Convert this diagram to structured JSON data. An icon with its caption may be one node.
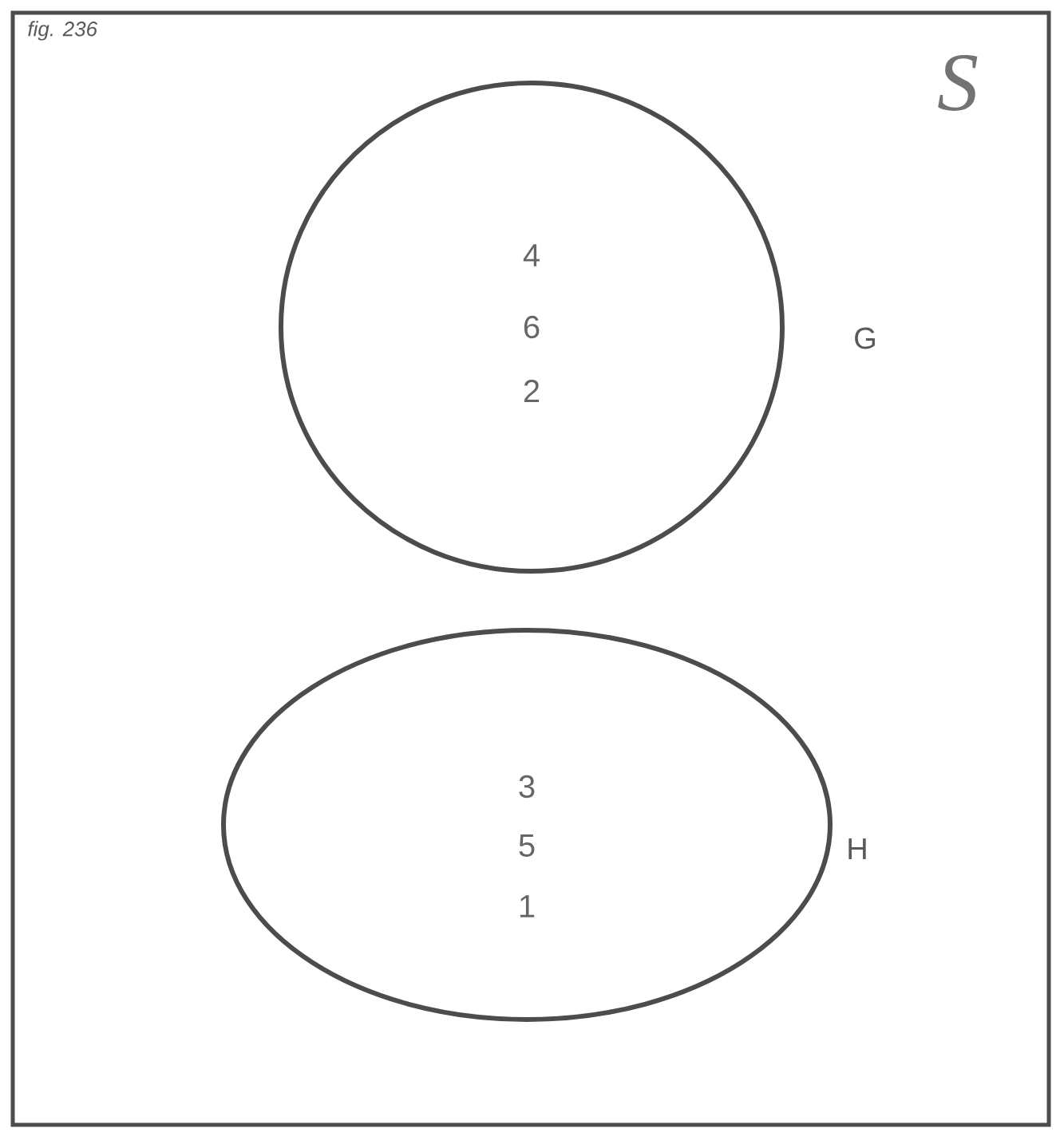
{
  "diagram": {
    "nodes": [
      {
        "text": [
          "4",
          "6",
          "2"
        ],
        "beside": [
          "G"
        ]
      },
      {
        "text": [
          "3",
          "5",
          "1"
        ],
        "beside": [
          "H"
        ]
      }
    ],
    "labels": [
      "fig. 236",
      "S"
    ]
  }
}
